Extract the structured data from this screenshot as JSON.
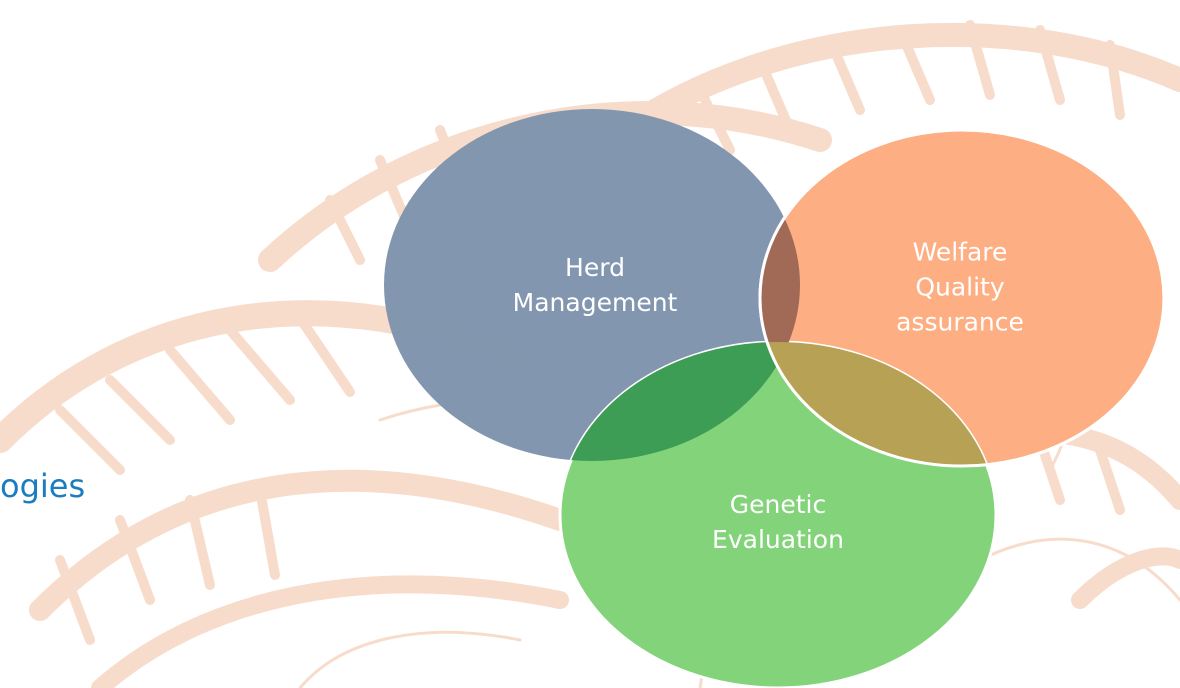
{
  "edge_text": "ogies",
  "circles": {
    "herd": {
      "line1": "Herd",
      "line2": "Management",
      "color": "#7f95ad"
    },
    "welfare": {
      "line1": "Welfare",
      "line2": "Quality",
      "line3": "assurance",
      "color": "#fdae82"
    },
    "genetic": {
      "line1": "Genetic",
      "line2": "Evaluation",
      "color": "#83d37a"
    }
  },
  "colors": {
    "edge_text": "#1a7dc0",
    "background_pattern": "#f8dccb",
    "herd_welfare_overlap": "#a06a56",
    "herd_genetic_overlap": "#3e9d54",
    "welfare_genetic_overlap": "#b7a154"
  }
}
